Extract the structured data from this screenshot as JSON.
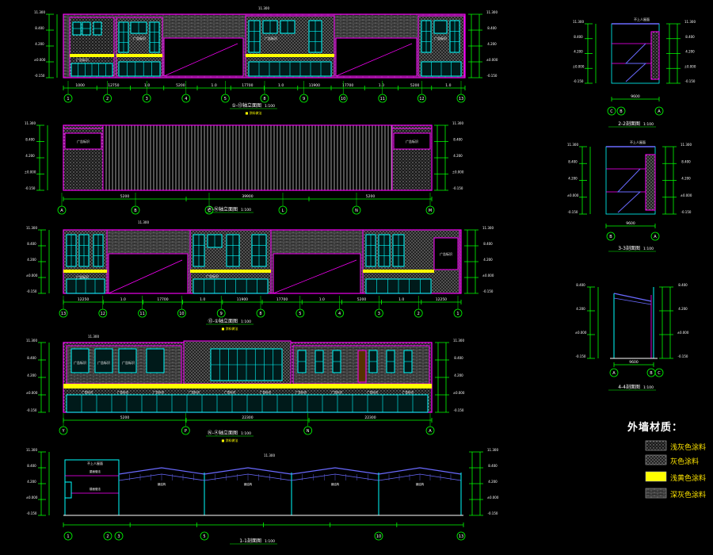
{
  "elevations": {
    "e1": {
      "title": "①-⑬轴立面图",
      "scale": "1:100",
      "note": "■ 涂料做法",
      "top_dim": "11.300",
      "dims": [
        "1000",
        "12750",
        "1.0",
        "5200",
        "1.0",
        "17700",
        "1.0",
        "11900",
        "17700",
        "1.0",
        "5200",
        "1.0"
      ],
      "axes": [
        "1",
        "2",
        "3",
        "4",
        "5",
        "8",
        "9",
        "10",
        "11",
        "12",
        "13"
      ],
      "levels": [
        "-0.150",
        "±0.000",
        "4.200",
        "8.400",
        "11.300"
      ],
      "sign": "广告标识"
    },
    "e2": {
      "title": "Ⓐ-Ⓝ轴立面图",
      "scale": "1:100",
      "note": "■ 涂料做法",
      "top_dim": "",
      "dims": [
        "5200",
        "39900",
        "5200"
      ],
      "axes": [
        "A",
        "B",
        "C",
        "L",
        "N",
        "M"
      ],
      "levels": [
        "-0.150",
        "±0.000",
        "4.200",
        "8.400",
        "11.300"
      ],
      "sign": "广告标识"
    },
    "e3": {
      "title": "⑬-①轴立面图",
      "scale": "1:100",
      "note": "■ 涂料做法",
      "top_dim": "11.300",
      "dims": [
        "12250",
        "1.0",
        "17700",
        "1.0",
        "11900",
        "17700",
        "1.0",
        "5200",
        "1.0",
        "12250"
      ],
      "axes": [
        "13",
        "12",
        "11",
        "10",
        "9",
        "8",
        "5",
        "4",
        "3",
        "2",
        "1"
      ],
      "levels": [
        "-0.150",
        "±0.000",
        "4.200",
        "8.400",
        "11.300"
      ],
      "sign": "广告标识"
    },
    "e4": {
      "title": "Ⓝ-Ⓐ轴立面图",
      "scale": "1:100",
      "note": "■ 涂料做法",
      "top_dim": "11.300",
      "dims": [
        "5200",
        "22300",
        "22300"
      ],
      "axes": [
        "Y",
        "P",
        "N",
        "A"
      ],
      "levels": [
        "-0.150",
        "±0.000",
        "4.200",
        "8.400",
        "11.300"
      ],
      "sign": "广告标识"
    }
  },
  "section_main": {
    "title": "1-1剖面图",
    "scale": "1:100",
    "top_dim": "11.300",
    "labels": [
      "不上人屋面",
      "屋面做法",
      "楼面做法",
      "钢结构"
    ],
    "axes": [
      "1",
      "2",
      "3",
      "5",
      "10",
      "13"
    ]
  },
  "sections": {
    "s2": {
      "title": "2-2剖面图",
      "scale": "1:100",
      "label": "不上人屋面",
      "axes": [
        "C",
        "B",
        "A"
      ],
      "dim": "9600"
    },
    "s3": {
      "title": "3-3剖面图",
      "scale": "1:100",
      "label": "不上人屋面",
      "axes": [
        "B",
        "A"
      ],
      "dim": "9600"
    },
    "s4": {
      "title": "4-4剖面图",
      "scale": "1:100",
      "axes": [
        "A",
        "B",
        "C"
      ],
      "dim": "9600"
    }
  },
  "legend": {
    "title": "外墙材质：",
    "items": [
      {
        "label": "浅灰色涂料",
        "pattern": "dots"
      },
      {
        "label": "灰色涂料",
        "pattern": "cross"
      },
      {
        "label": "浅黄色涂料",
        "pattern": "yellow"
      },
      {
        "label": "深灰色涂料",
        "pattern": "brick"
      }
    ]
  },
  "colors": {
    "outline": "#ff00ff",
    "glass": "#00ffff",
    "dim": "#00ff00",
    "fill": "#8a8a8a",
    "yellow": "#ffff00",
    "text": "#ffffff",
    "blue": "#6a6aff"
  }
}
